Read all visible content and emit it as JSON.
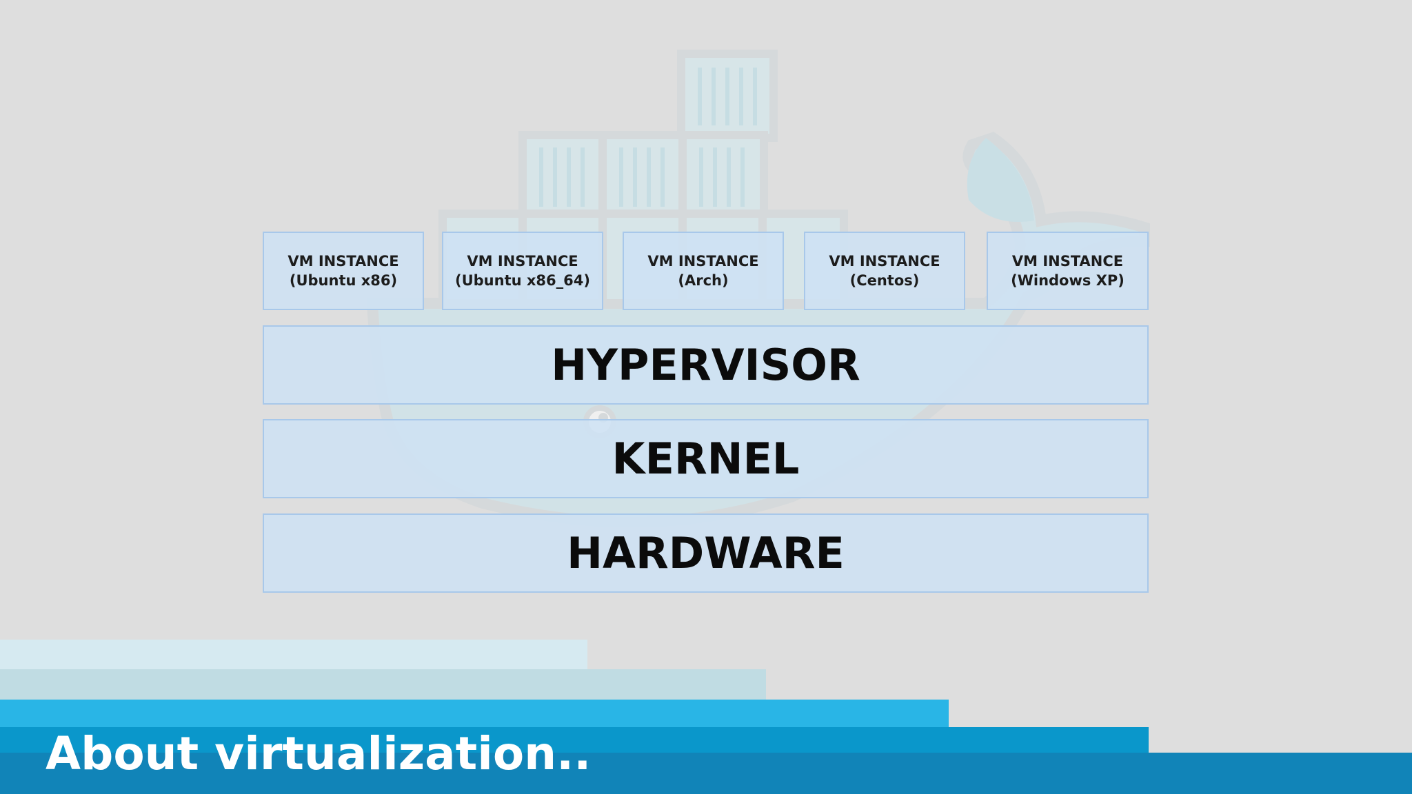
{
  "slide": {
    "title": "About virtualization.."
  },
  "vm_instances": [
    {
      "line1": "VM INSTANCE",
      "line2": "(Ubuntu x86)"
    },
    {
      "line1": "VM INSTANCE",
      "line2": "(Ubuntu x86_64)"
    },
    {
      "line1": "VM INSTANCE",
      "line2": "(Arch)"
    },
    {
      "line1": "VM INSTANCE",
      "line2": "(Centos)"
    },
    {
      "line1": "VM INSTANCE",
      "line2": "(Windows XP)"
    }
  ],
  "layers": {
    "hypervisor": "HYPERVISOR",
    "kernel": "KERNEL",
    "hardware": "HARDWARE"
  },
  "background": {
    "watermark_icon": "docker-whale-logo-icon"
  },
  "colors": {
    "slide_background": "#dedede",
    "box_fill": "#cee1f4",
    "box_border": "#a8c8ea",
    "stair_lightest": "#d6eaf1",
    "stair_light": "#c0dce3",
    "stair_mid": "#29b5e6",
    "stair_dark": "#0a97cb",
    "stair_darkest": "#1184b8",
    "title_text": "#ffffff"
  }
}
